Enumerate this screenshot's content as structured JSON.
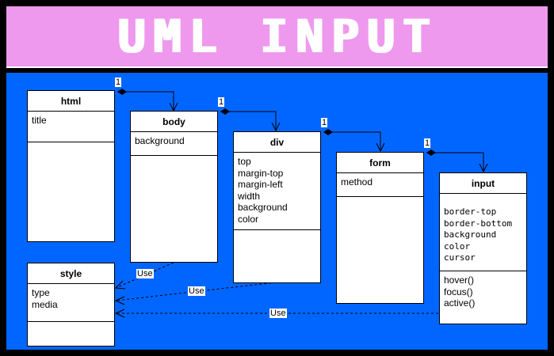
{
  "title": "UML INPUT",
  "classes": {
    "html": {
      "name": "html",
      "attributes": [
        "title"
      ]
    },
    "body": {
      "name": "body",
      "attributes": [
        "background"
      ]
    },
    "div": {
      "name": "div",
      "attributes": [
        "top",
        "margin-top",
        "margin-left",
        "width",
        "background",
        "color"
      ]
    },
    "form": {
      "name": "form",
      "attributes": [
        "method"
      ]
    },
    "input": {
      "name": "input",
      "attributes": [
        "border-top",
        "border-bottom",
        "background",
        "color",
        "cursor"
      ],
      "operations": [
        "hover()",
        "focus()",
        "active()"
      ]
    },
    "style": {
      "name": "style",
      "attributes": [
        "type",
        "media"
      ]
    }
  },
  "compositions": [
    {
      "from": "html",
      "to": "body",
      "multiplicity": "1"
    },
    {
      "from": "body",
      "to": "div",
      "multiplicity": "1"
    },
    {
      "from": "div",
      "to": "form",
      "multiplicity": "1"
    },
    {
      "from": "form",
      "to": "input",
      "multiplicity": "1"
    }
  ],
  "dependencies": [
    {
      "from": "body",
      "to": "style",
      "label": "Use"
    },
    {
      "from": "div",
      "to": "style",
      "label": "Use"
    },
    {
      "from": "input",
      "to": "style",
      "label": "Use"
    }
  ],
  "colors": {
    "title_bg": "#EE99EE",
    "canvas_bg": "#0066FF",
    "frame": "#000000"
  }
}
